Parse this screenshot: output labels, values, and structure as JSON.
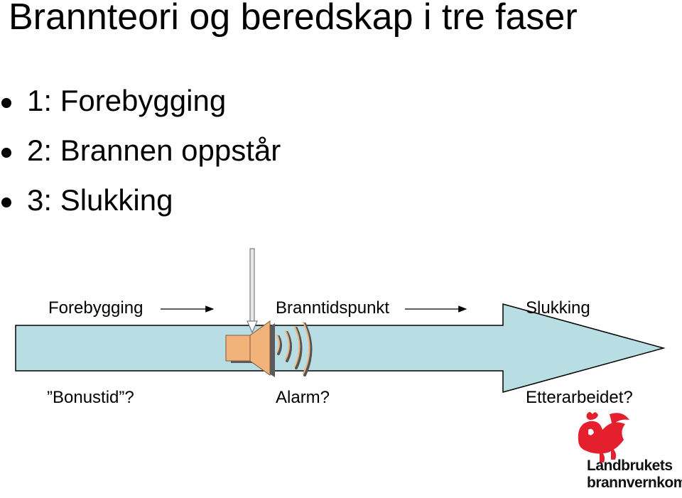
{
  "slide": {
    "title": "Brannteori og beredskap i tre faser",
    "bullets": [
      {
        "text": "1: Forebygging"
      },
      {
        "text": "2: Brannen oppstår"
      },
      {
        "text": "3: Slukking"
      }
    ]
  },
  "timeline": {
    "top_labels": {
      "prevention": "Forebygging",
      "fire_point": "Branntidspunkt",
      "extinguish": "Slukking"
    },
    "bottom_labels": {
      "bonus": "”Bonustid”?",
      "alarm": "Alarm?",
      "aftermath": "Etterarbeidet?"
    },
    "colors": {
      "arrow_fill": "#b8dee3",
      "speaker_fill": "#f2b37a",
      "logo_red": "#e5202e"
    },
    "icons": [
      "speaker-icon",
      "sound-wave-icon",
      "arrow-icon"
    ]
  },
  "logo": {
    "line1": "Landbrukets",
    "line2": "brannvernkomité"
  }
}
